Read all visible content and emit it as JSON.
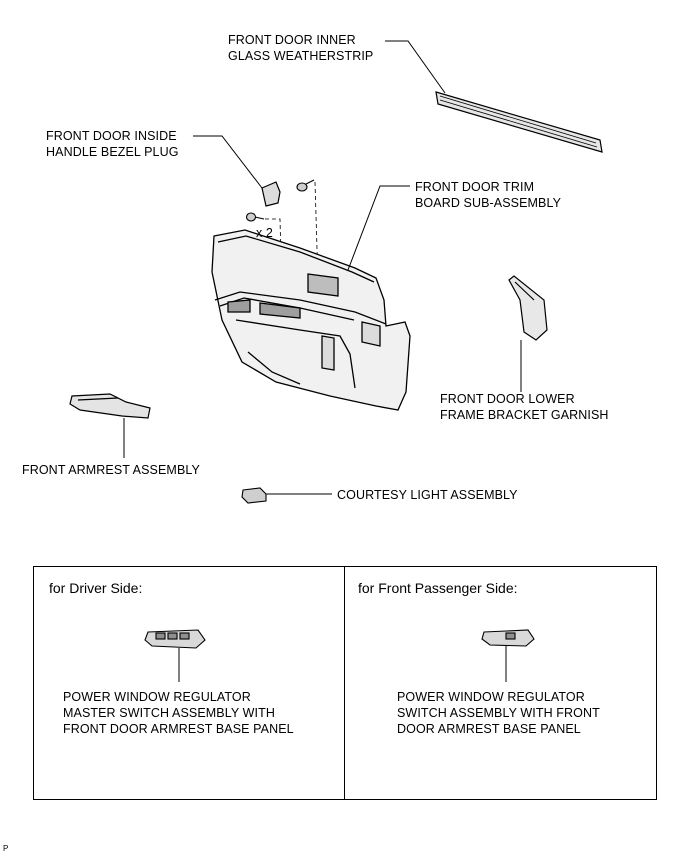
{
  "labels": {
    "weatherstrip": [
      "FRONT DOOR INNER",
      "GLASS WEATHERSTRIP"
    ],
    "bezel_plug": [
      "FRONT DOOR INSIDE",
      "HANDLE BEZEL PLUG"
    ],
    "trim_board": [
      "FRONT DOOR TRIM",
      "BOARD SUB-ASSEMBLY"
    ],
    "quantity": "x 2",
    "garnish": [
      "FRONT DOOR LOWER",
      "FRAME BRACKET GARNISH"
    ],
    "armrest": "FRONT ARMREST ASSEMBLY",
    "courtesy_light": "COURTESY LIGHT ASSEMBLY"
  },
  "panels": {
    "driver": {
      "title": "for Driver Side:",
      "part": [
        "POWER WINDOW REGULATOR",
        "MASTER SWITCH ASSEMBLY WITH",
        "FRONT DOOR ARMREST BASE PANEL"
      ]
    },
    "passenger": {
      "title": "for Front Passenger Side:",
      "part": [
        "POWER WINDOW REGULATOR",
        "SWITCH ASSEMBLY WITH FRONT",
        "DOOR ARMREST BASE PANEL"
      ]
    }
  },
  "figure_code": "P"
}
